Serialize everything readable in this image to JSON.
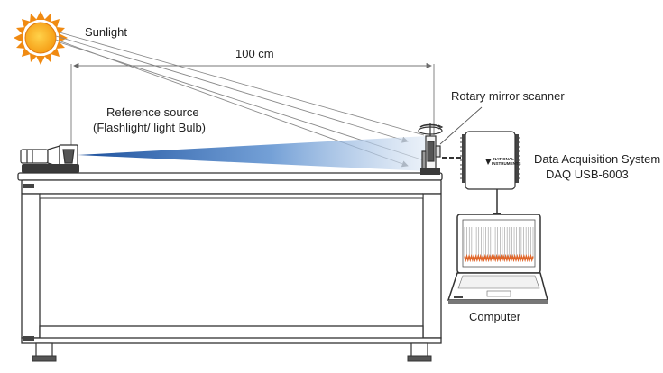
{
  "labels": {
    "sunlight": "Sunlight",
    "distance": "100 cm",
    "reference_line1": "Reference source",
    "reference_line2": "(Flashlight/ light Bulb)",
    "scanner": "Rotary mirror scanner",
    "daq_line1": "Data Acquisition System",
    "daq_line2": "DAQ USB-6003",
    "daq_brand_line1": "NATIONAL",
    "daq_brand_line2": "INSTRUMENTS",
    "computer": "Computer"
  },
  "colors": {
    "sun_core": "#f7a21b",
    "sun_rays": "#f08a12",
    "beam_blue": "#1f5fb0",
    "signal_orange": "#e0662a",
    "outline": "#333333"
  },
  "icons": {
    "sun": "sun-icon",
    "flashlight": "flashlight-icon",
    "scanner": "rotary-mirror-icon",
    "daq": "daq-device-icon",
    "laptop": "laptop-icon"
  }
}
